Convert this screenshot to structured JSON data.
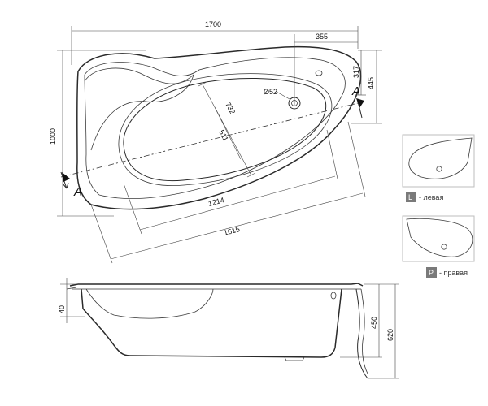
{
  "dimensions": {
    "width_total": "1700",
    "right_offset": "355",
    "side_317": "317",
    "side_445": "445",
    "height_total": "1000",
    "drain_diameter": "Ø52",
    "inner_width": "732",
    "inner_small": "511",
    "inner_length": "1214",
    "outer_length": "1615",
    "rim_40": "40",
    "height_450": "450",
    "height_620": "620"
  },
  "section_marks": {
    "left": "A",
    "right": "A"
  },
  "legend": {
    "left": {
      "badge": "L",
      "text": "- левая"
    },
    "right": {
      "badge": "P",
      "text": "- правая"
    }
  },
  "colors": {
    "line": "#2a2a2a",
    "legend_frame": "#bdbdbd",
    "badge_bg": "#7a7a7a"
  }
}
